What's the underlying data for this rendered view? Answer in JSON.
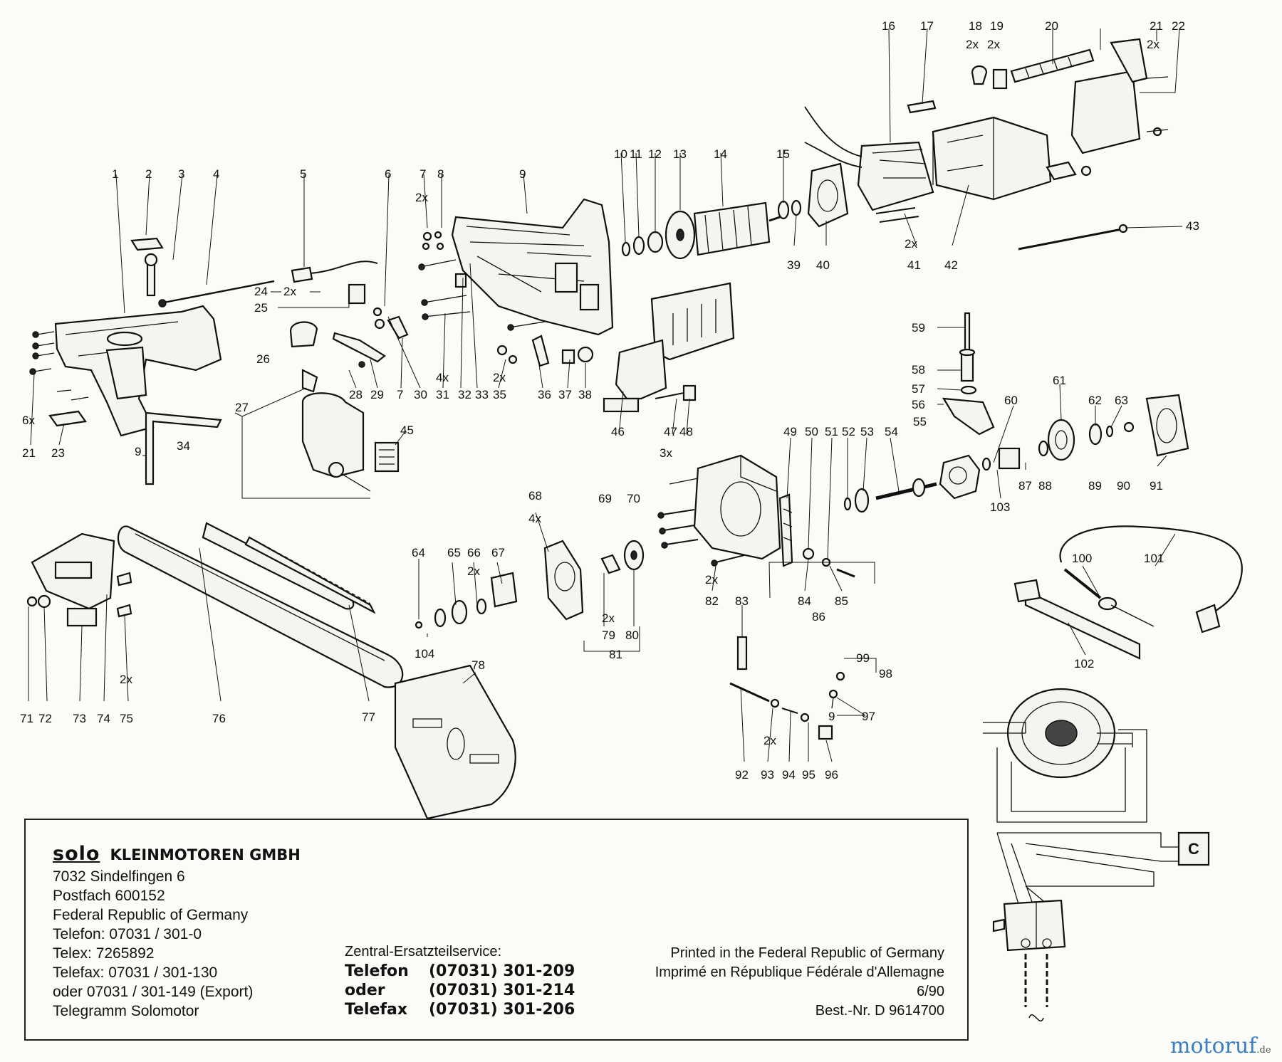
{
  "callouts": {
    "c1": "1",
    "c2": "2",
    "c3": "3",
    "c4": "4",
    "c5": "5",
    "c6": "6",
    "c7": "7",
    "c8": "8",
    "c9": "9",
    "c10": "10",
    "c11": "11",
    "c12": "12",
    "c13": "13",
    "c14": "14",
    "c15": "15",
    "c16": "16",
    "c17": "17",
    "c18": "18",
    "c19": "19",
    "c20": "20",
    "c21": "21",
    "c22": "22",
    "c23": "23",
    "c24": "24",
    "c25": "25",
    "c26": "26",
    "c27": "27",
    "c28": "28",
    "c29": "29",
    "c30": "30",
    "c31": "31",
    "c32": "32",
    "c33": "33",
    "c34": "34",
    "c35": "35",
    "c36": "36",
    "c37": "37",
    "c38": "38",
    "c39": "39",
    "c40": "40",
    "c41": "41",
    "c42": "42",
    "c43": "43",
    "c45": "45",
    "c46": "46",
    "c47": "47",
    "c48": "48",
    "c49": "49",
    "c50": "50",
    "c51": "51",
    "c52": "52",
    "c53": "53",
    "c54": "54",
    "c55": "55",
    "c56": "56",
    "c57": "57",
    "c58": "58",
    "c59": "59",
    "c60": "60",
    "c61": "61",
    "c62": "62",
    "c63": "63",
    "c64": "64",
    "c65": "65",
    "c66": "66",
    "c67": "67",
    "c68": "68",
    "c69": "69",
    "c70": "70",
    "c71": "71",
    "c72": "72",
    "c73": "73",
    "c74": "74",
    "c75": "75",
    "c76": "76",
    "c77": "77",
    "c78": "78",
    "c79": "79",
    "c80": "80",
    "c81": "81",
    "c82": "82",
    "c83": "83",
    "c84": "84",
    "c85": "85",
    "c86": "86",
    "c87": "87",
    "c88": "88",
    "c89": "89",
    "c90": "90",
    "c91": "91",
    "c92": "92",
    "c93": "93",
    "c94": "94",
    "c95": "95",
    "c96": "96",
    "c97": "97",
    "c98": "98",
    "c99": "99",
    "c100": "100",
    "c101": "101",
    "c102": "102",
    "c103": "103",
    "c104": "104",
    "q2x": "2x",
    "q3x": "3x",
    "q4x": "4x",
    "q6x": "6x"
  },
  "company": {
    "logo": "solo",
    "name": "KLEINMOTOREN GMBH",
    "address_lines": [
      "7032 Sindelfingen 6",
      "Postfach 600152",
      "Federal Republic of Germany",
      "Telefon: 07031 / 301-0",
      "Telex: 7265892",
      "Telefax: 07031 / 301-130",
      "oder    07031 / 301-149 (Export)",
      "Telegramm Solomotor"
    ]
  },
  "service": {
    "heading": "Zentral-Ersatzteilservice:",
    "lines": [
      {
        "label": "Telefon",
        "value": "(07031) 301-209"
      },
      {
        "label": "oder",
        "value": "(07031) 301-214"
      },
      {
        "label": "Telefax",
        "value": "(07031) 301-206"
      }
    ]
  },
  "printed": {
    "line1": "Printed in the Federal Republic of Germany",
    "line2": "Imprimé en République Fédérale d'Allemagne",
    "date": "6/90",
    "order_no": "Best.-Nr. D 9614700"
  },
  "wiring": {
    "capacitor_label": "C"
  },
  "watermark": {
    "text": "motoruf",
    "tld": ".de"
  }
}
